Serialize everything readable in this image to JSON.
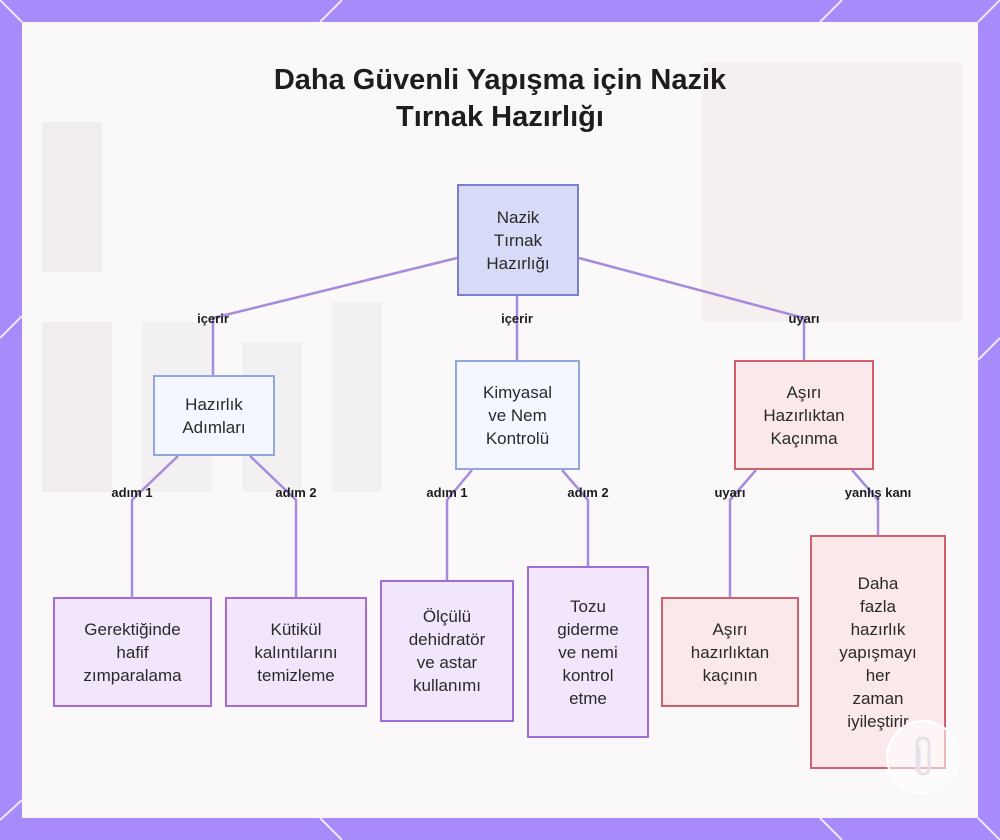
{
  "title_lines": [
    "Daha Güvenli Yapışma için Nazik",
    "Tırnak Hazırlığı"
  ],
  "nodes": {
    "root": [
      "Nazik",
      "Tırnak",
      "Hazırlığı"
    ],
    "prep": [
      "Hazırlık",
      "Adımları"
    ],
    "chem": [
      "Kimyasal",
      "ve Nem",
      "Kontrolü"
    ],
    "avoid": [
      "Aşırı",
      "Hazırlıktan",
      "Kaçınma"
    ],
    "buff": [
      "Gerektiğinde",
      "hafif",
      "zımparalama"
    ],
    "cuticle": [
      "Kütikül",
      "kalıntılarını",
      "temizleme"
    ],
    "dehydrator": [
      "Ölçülü",
      "dehidratör",
      "ve astar",
      "kullanımı"
    ],
    "dust": [
      "Tozu",
      "giderme",
      "ve nemi",
      "kontrol",
      "etme"
    ],
    "warn": [
      "Aşırı",
      "hazırlıktan",
      "kaçının"
    ],
    "myth": [
      "Daha",
      "fazla",
      "hazırlık",
      "yapışmayı",
      "her",
      "zaman",
      "iyileştirir"
    ]
  },
  "edge_labels": {
    "root_prep": "içerir",
    "root_chem": "içerir",
    "root_avoid": "uyarı",
    "prep_buff": "adım 1",
    "prep_cuticle": "adım 2",
    "chem_dehydrator": "adım 1",
    "chem_dust": "adım 2",
    "avoid_warn": "uyarı",
    "avoid_myth": "yanlış kanı"
  },
  "colors": {
    "frame": "#a78bfa",
    "root_fill": "#d8dbf8",
    "root_border": "#7a7fd0",
    "branch_fill": "#f4f7ff",
    "branch_border": "#8fa8e0",
    "warning_fill": "#fbe8ea",
    "warning_border": "#d2606c",
    "leaf_fill": "#f1e6fb",
    "leaf_border": "#a26bd6",
    "connector": "#a78bdc"
  }
}
